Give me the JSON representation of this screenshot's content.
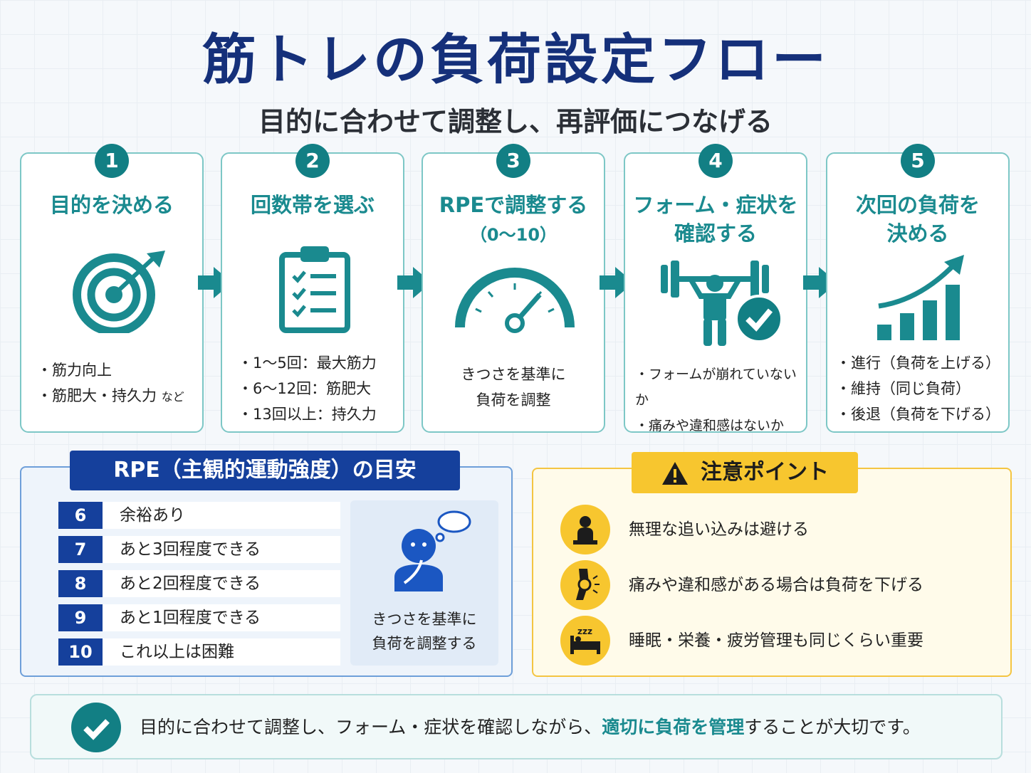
{
  "header": {
    "title": "筋トレの負荷設定フロー",
    "subtitle": "目的に合わせて調整し、再評価につなげる"
  },
  "steps": [
    {
      "num": "1",
      "title": "目的を決める",
      "icon": "target-icon",
      "lines": [
        "・筋力向上",
        "・筋肥大・持久力",
        "など"
      ]
    },
    {
      "num": "2",
      "title": "回数帯を選ぶ",
      "icon": "clipboard-checklist-icon",
      "lines": [
        "・1～5回：最大筋力",
        "・6～12回：筋肥大",
        "・13回以上：持久力"
      ]
    },
    {
      "num": "3",
      "title": "RPEで調整する",
      "sub": "（0～10）",
      "icon": "gauge-icon",
      "lines": [
        "きつさを基準に",
        "負荷を調整"
      ]
    },
    {
      "num": "4",
      "title": "フォーム・症状を",
      "title2": "確認する",
      "icon": "weightlifter-check-icon",
      "lines": [
        "・フォームが崩れていないか",
        "・痛みや違和感はないか"
      ]
    },
    {
      "num": "5",
      "title": "次回の負荷を",
      "title2": "決める",
      "icon": "growth-chart-icon",
      "lines": [
        "・進行（負荷を上げる）",
        "・維持（同じ負荷）",
        "・後退（負荷を下げる）"
      ]
    }
  ],
  "rpe": {
    "title": "RPE（主観的運動強度）の目安",
    "rows": [
      {
        "value": "6",
        "label": "余裕あり"
      },
      {
        "value": "7",
        "label": "あと3回程度できる"
      },
      {
        "value": "8",
        "label": "あと2回程度できる"
      },
      {
        "value": "9",
        "label": "あと1回程度できる"
      },
      {
        "value": "10",
        "label": "これ以上は困難"
      }
    ],
    "side_lines": [
      "きつさを基準に",
      "負荷を調整する"
    ]
  },
  "caution": {
    "title": "注意ポイント",
    "items": [
      {
        "icon": "stop-hand-icon",
        "text": "無理な追い込みは避ける"
      },
      {
        "icon": "joint-pain-icon",
        "text": "痛みや違和感がある場合は負荷を下げる"
      },
      {
        "icon": "sleep-bed-icon",
        "text": "睡眠・栄養・疲労管理も同じくらい重要"
      }
    ]
  },
  "summary": {
    "before": "目的に合わせて調整し、フォーム・症状を確認しながら、",
    "highlight": "適切に負荷を管理",
    "after": "することが大切です。"
  },
  "colors": {
    "navy": "#15307a",
    "teal": "#127f84",
    "blue": "#15409c",
    "yellow": "#f7c62f"
  }
}
